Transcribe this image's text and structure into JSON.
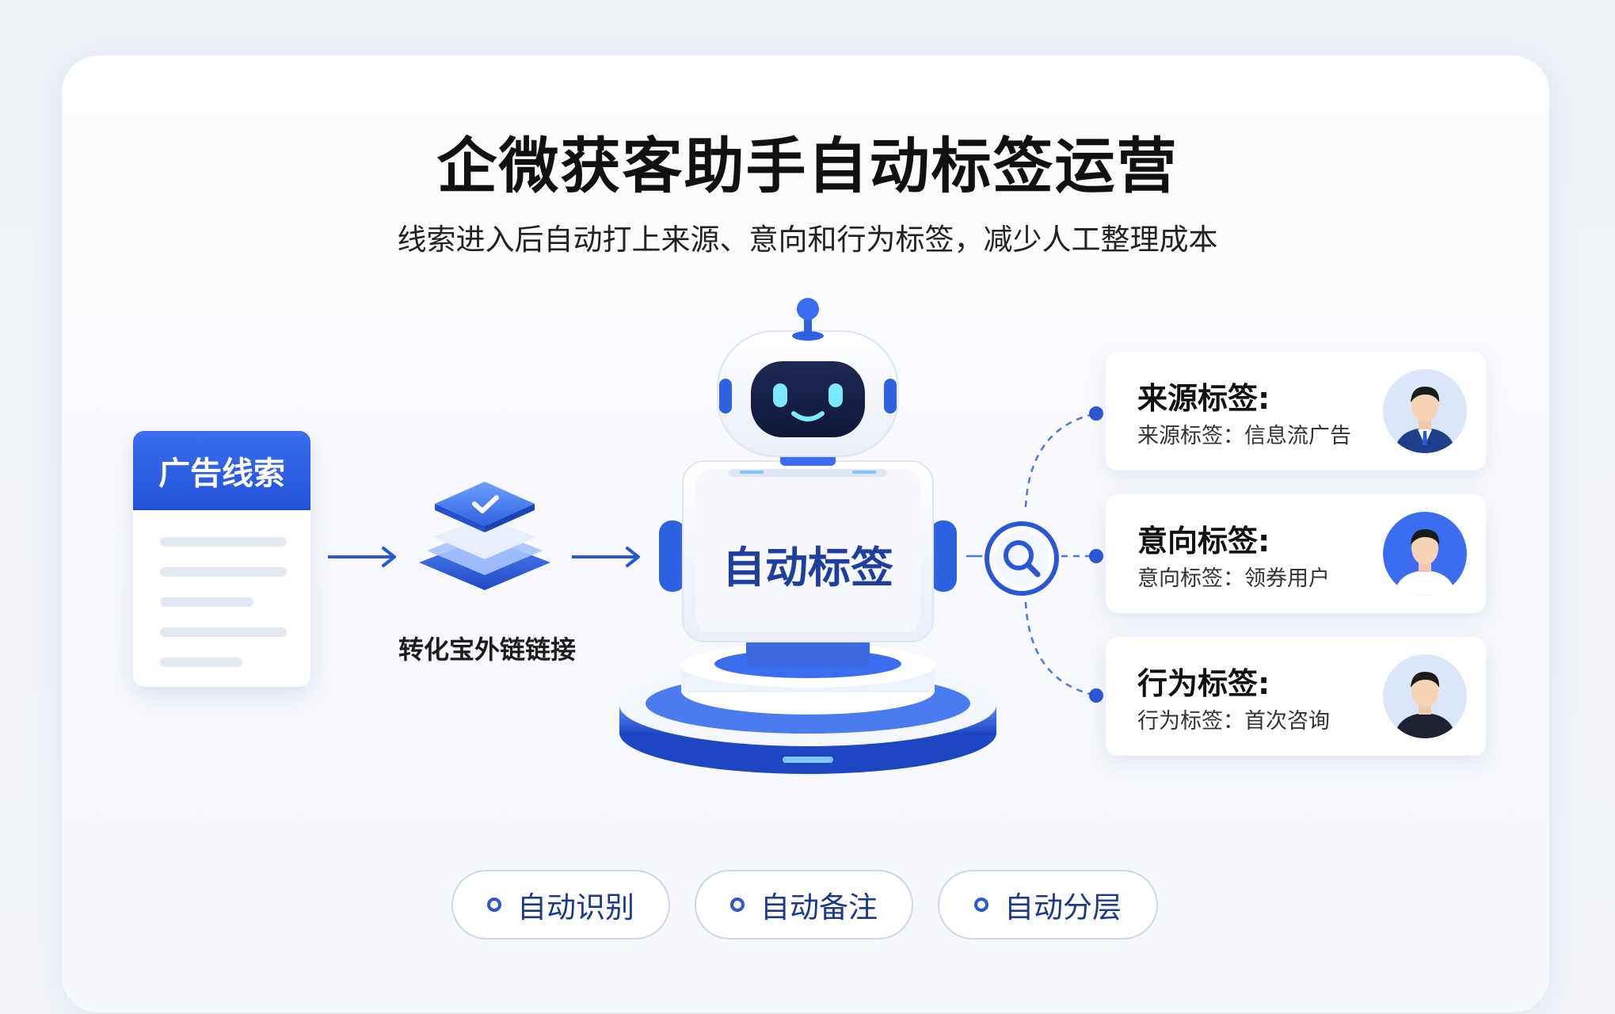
{
  "title": "企微获客助手自动标签运营",
  "subtitle": "线索进入后自动打上来源、意向和行为标签，减少人工整理成本",
  "source_card": {
    "label": "广告线索"
  },
  "stack_step": {
    "label": "转化宝外链链接"
  },
  "robot": {
    "label": "自动标签"
  },
  "tags": [
    {
      "title": "来源标签:",
      "detail": "来源标签：信息流广告",
      "avatar": "man-suit-avatar"
    },
    {
      "title": "意向标签:",
      "detail": "意向标签：领券用户",
      "avatar": "man-white-shirt-avatar"
    },
    {
      "title": "行为标签:",
      "detail": "行为标签：首次咨询",
      "avatar": "man-dark-shirt-avatar"
    }
  ],
  "features": [
    "自动识别",
    "自动备注",
    "自动分层"
  ],
  "colors": {
    "accent": "#2a57d6",
    "dark_blue": "#1e3f9e",
    "light_blue": "#5b8cf5"
  }
}
